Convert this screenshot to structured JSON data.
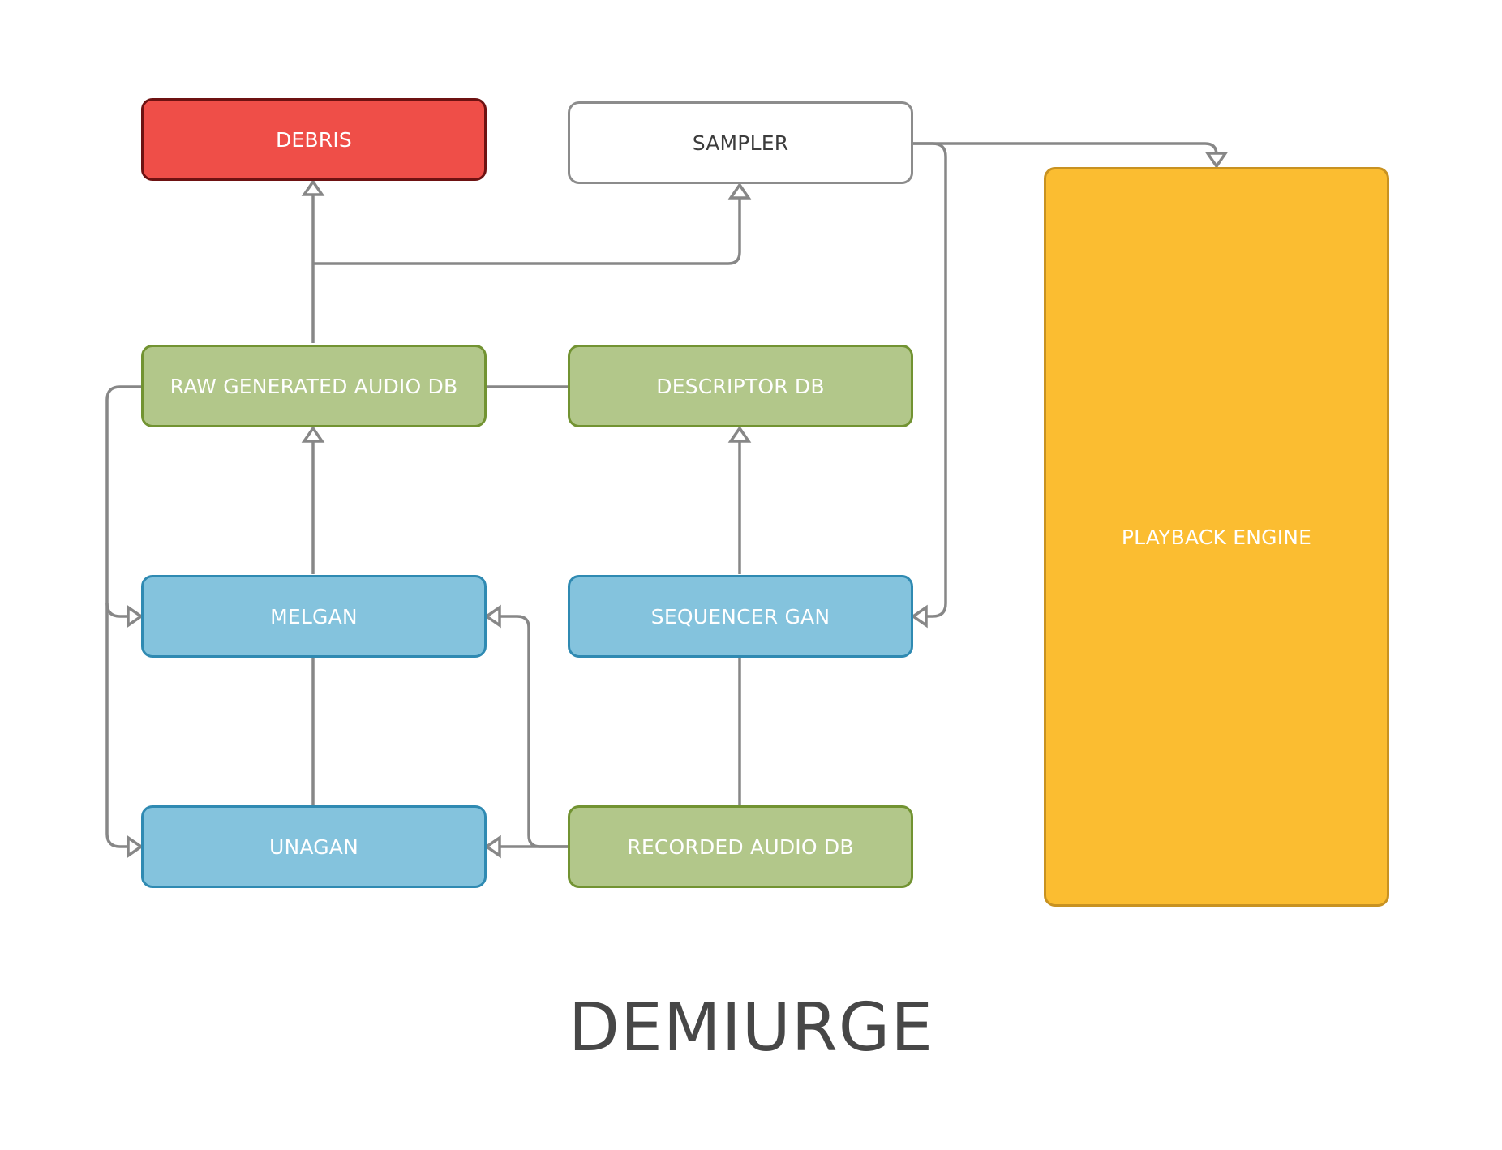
{
  "title": "DEMIURGE",
  "nodes": {
    "debris": "DEBRIS",
    "sampler": "SAMPLER",
    "raw_generated_audio_db": "RAW GENERATED AUDIO DB",
    "descriptor_db": "DESCRIPTOR DB",
    "melgan": "MELGAN",
    "sequencer_gan": "SEQUENCER GAN",
    "unagan": "UNAGAN",
    "recorded_audio_db": "RECORDED AUDIO DB",
    "playback_engine": "PLAYBACK ENGINE"
  },
  "colors": {
    "debris": "#ef4e48",
    "sampler": "#ffffff",
    "database": "#b2c78a",
    "model": "#84c3dd",
    "playback_engine": "#fbbd31",
    "connector": "#878787"
  },
  "edges": [
    {
      "from": "RAW GENERATED AUDIO DB",
      "to": "DEBRIS"
    },
    {
      "from": "RAW GENERATED AUDIO DB",
      "to": "SAMPLER"
    },
    {
      "from": "SAMPLER",
      "to": "PLAYBACK ENGINE"
    },
    {
      "from": "SAMPLER",
      "to": "SEQUENCER GAN"
    },
    {
      "from": "RAW GENERATED AUDIO DB",
      "to": "DESCRIPTOR DB",
      "arrow": false
    },
    {
      "from": "MELGAN",
      "to": "RAW GENERATED AUDIO DB"
    },
    {
      "from": "SEQUENCER GAN",
      "to": "DESCRIPTOR DB"
    },
    {
      "from": "RAW GENERATED AUDIO DB",
      "to": "MELGAN"
    },
    {
      "from": "RAW GENERATED AUDIO DB",
      "to": "UNAGAN"
    },
    {
      "from": "UNAGAN",
      "to": "MELGAN",
      "arrow": false
    },
    {
      "from": "RECORDED AUDIO DB",
      "to": "SEQUENCER GAN",
      "arrow": false
    },
    {
      "from": "RECORDED AUDIO DB",
      "to": "UNAGAN"
    },
    {
      "from": "RECORDED AUDIO DB",
      "to": "MELGAN"
    }
  ]
}
